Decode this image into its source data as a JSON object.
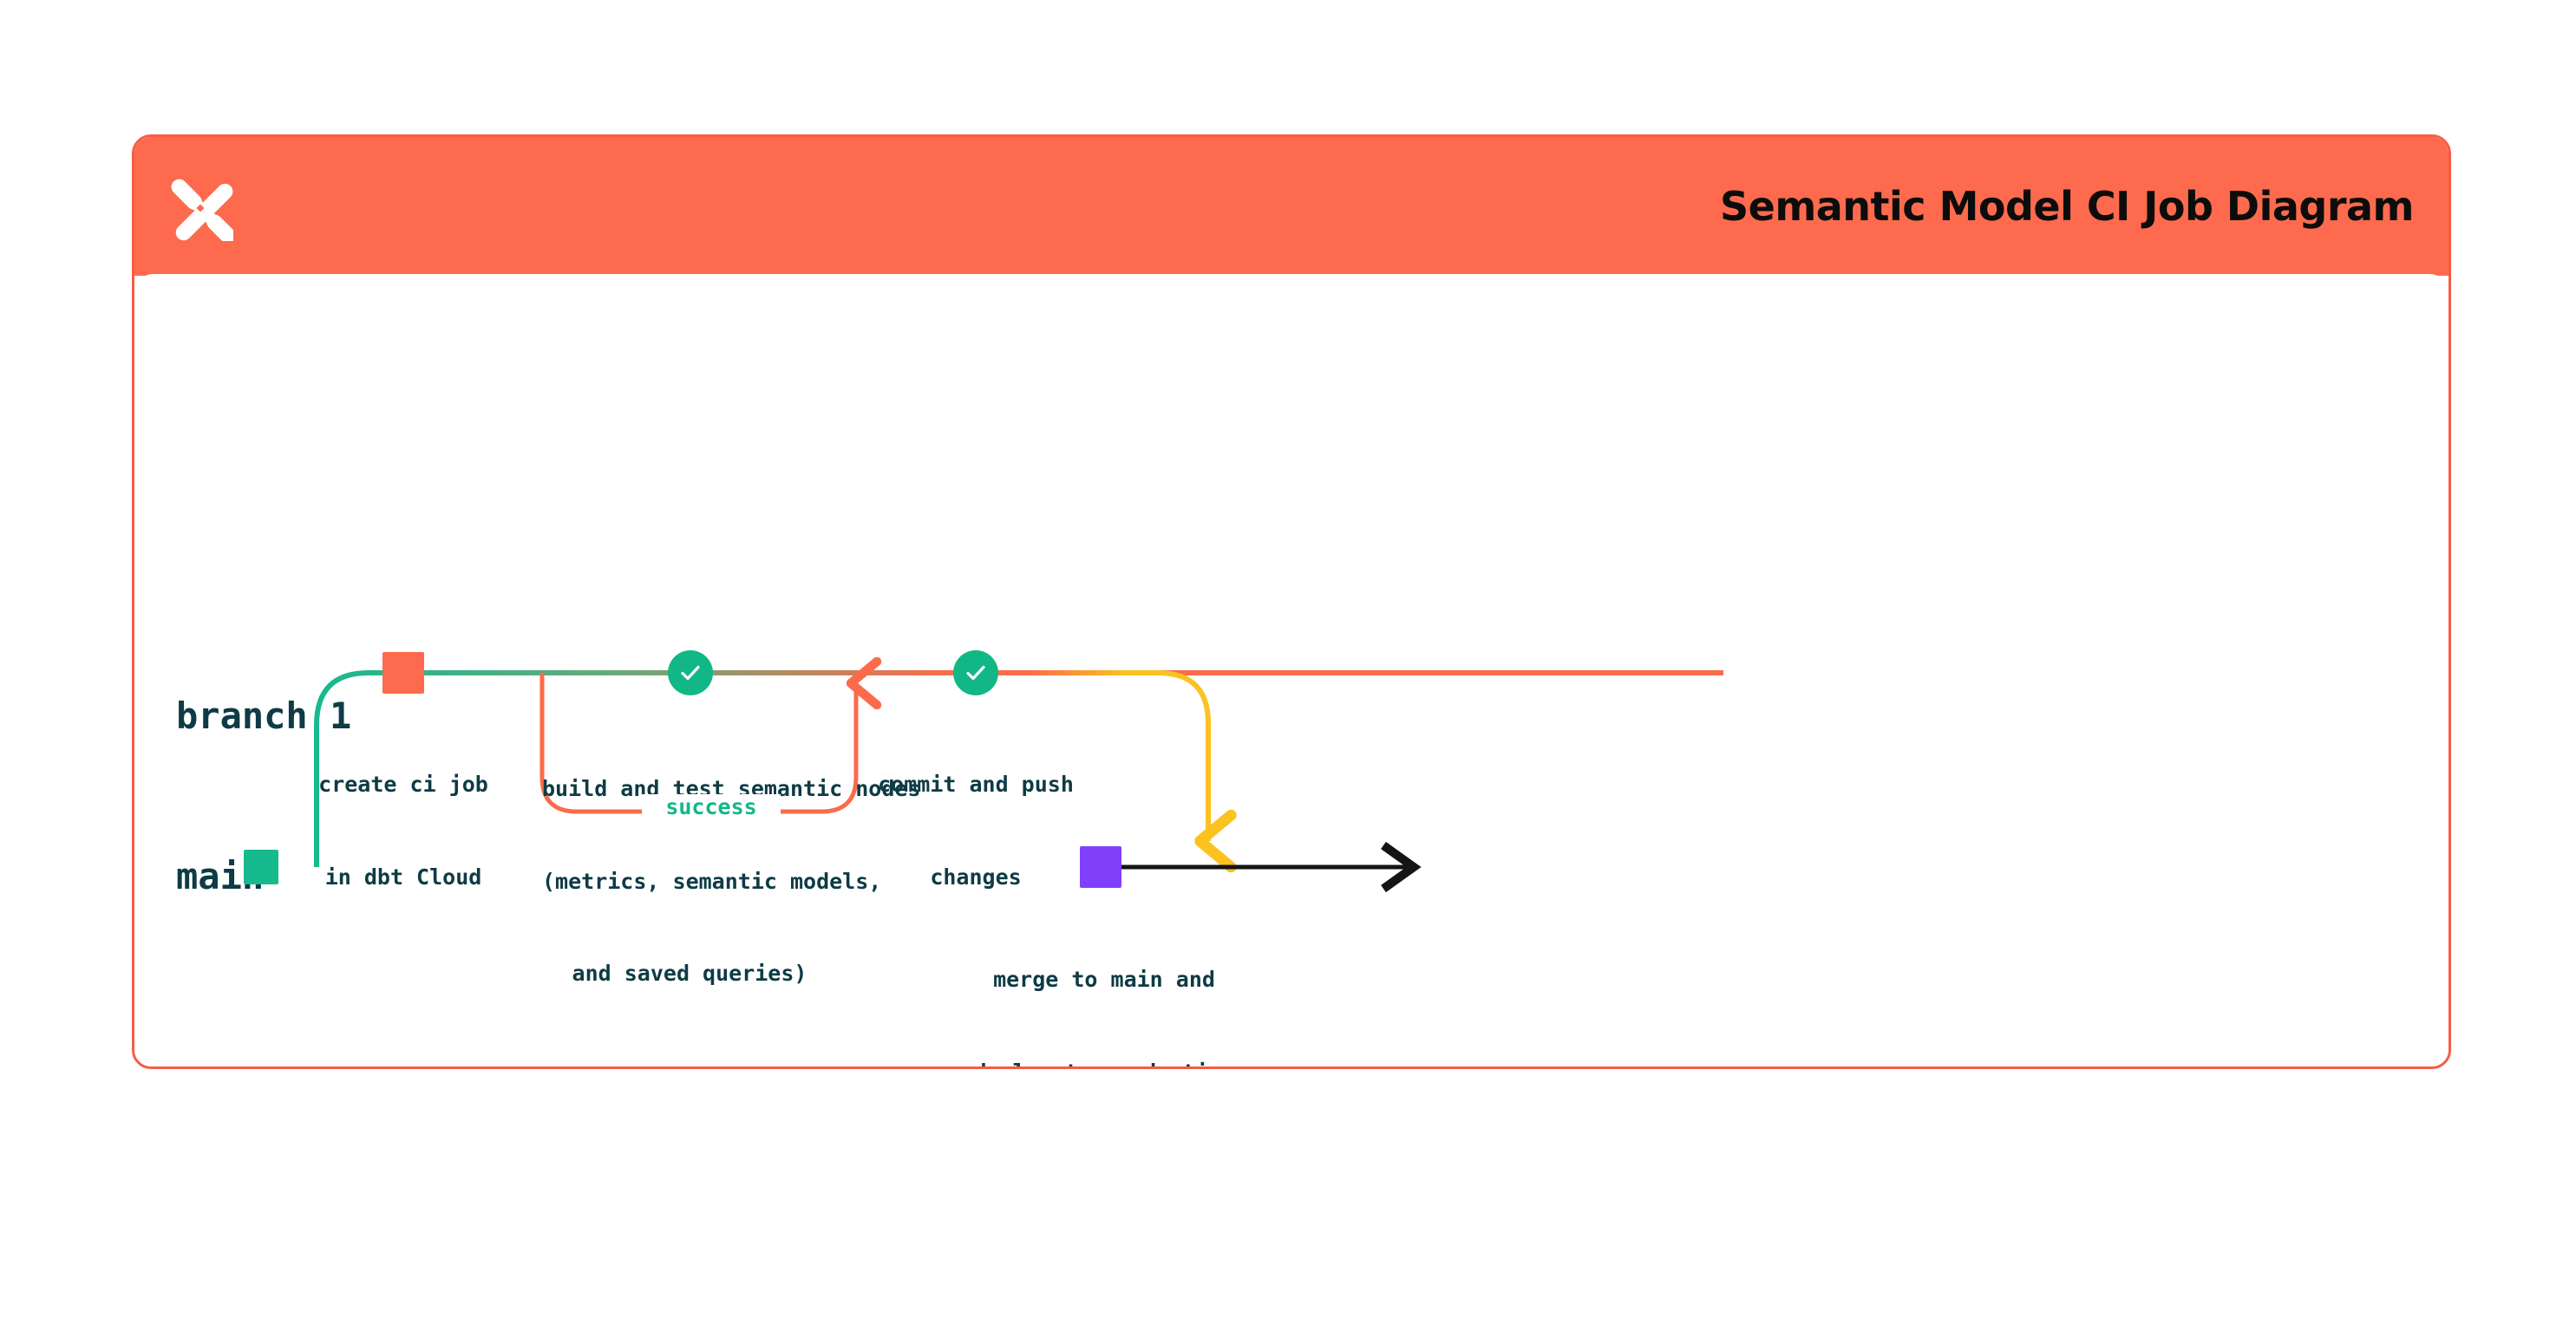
{
  "card": {
    "title": "Semantic Model CI Job Diagram",
    "logo_icon": "dbt-x-logo-icon",
    "header_color": "#fd6a4d",
    "border_color": "#f75c42"
  },
  "lanes": [
    {
      "name": "branch-1",
      "label": "branch 1",
      "color": "#17b98e"
    },
    {
      "name": "main",
      "label": "main",
      "color": "#17b98e"
    }
  ],
  "nodes": [
    {
      "name": "create-ci-job",
      "marker": "square",
      "color": "#fd6a4d",
      "caption_line1": "create ci job",
      "caption_line2": "in dbt Cloud"
    },
    {
      "name": "build-and-test",
      "marker": "check-circle",
      "color": "#11b886",
      "caption_line1": "build and test semantic nodes",
      "caption_line2": "(metrics, semantic models,",
      "caption_line3": "and saved queries)"
    },
    {
      "name": "commit-and-push",
      "marker": "check-circle",
      "color": "#11b886",
      "caption_line1": "commit and push",
      "caption_line2": "changes"
    },
    {
      "name": "merge-to-main",
      "marker": "square",
      "color": "#8040fa",
      "caption_line1": "merge to main and",
      "caption_line2": "deploy to production"
    }
  ],
  "edges": {
    "success_label": "success",
    "success_color": "#11b886",
    "loop_color": "#fb6b4a",
    "merge_color": "#fbc220",
    "branch_color": "#17b98e",
    "end_arrow_color": "#141414"
  },
  "colors": {
    "text": "#0e3b45",
    "orange": "#fd6a4d",
    "teal": "#17b98e",
    "yellow": "#fbc220",
    "purple": "#8040fa"
  }
}
